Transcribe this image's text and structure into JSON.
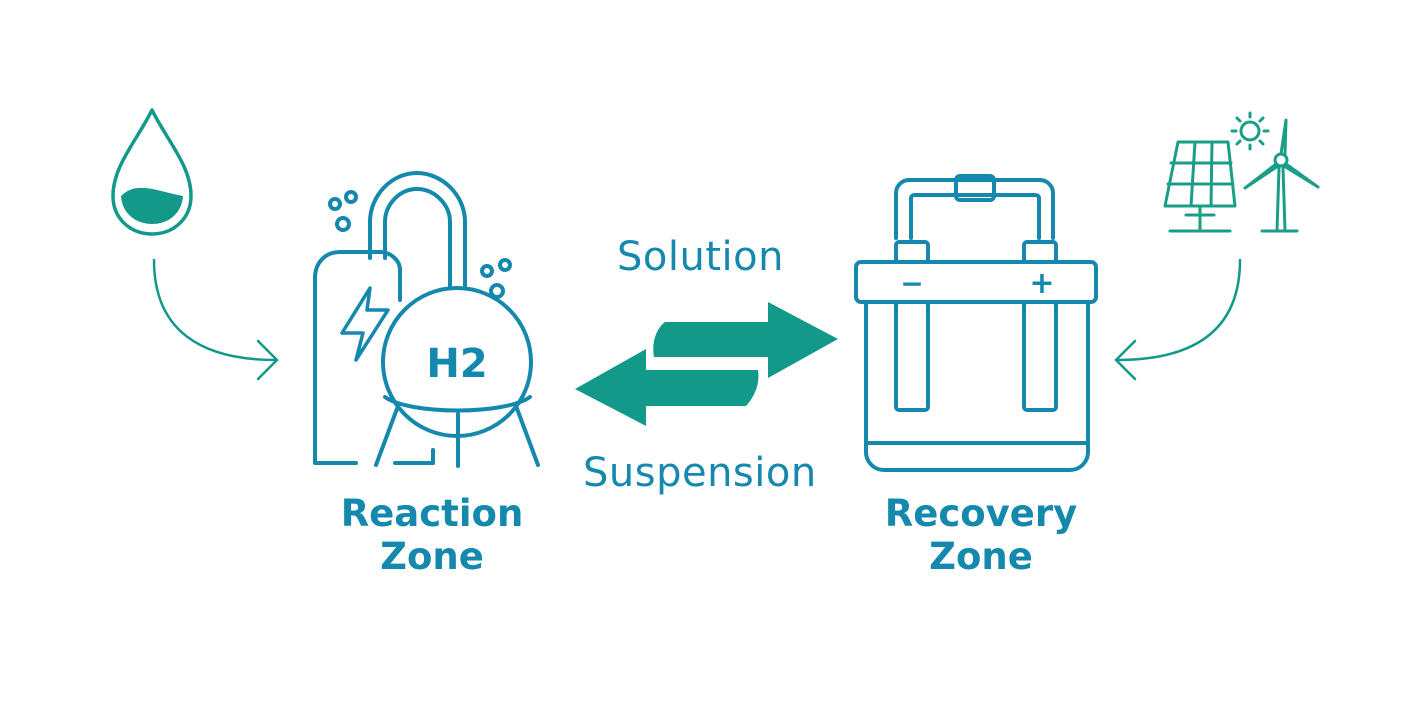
{
  "flows": {
    "top_label": "Solution",
    "bottom_label": "Suspension"
  },
  "reaction_zone": {
    "line1": "Reaction",
    "line2": "Zone",
    "tank_text": "H2"
  },
  "recovery_zone": {
    "line1": "Recovery",
    "line2": "Zone",
    "minus_sign": "−",
    "plus_sign": "+"
  },
  "icons": {
    "input_left": "water-drop-icon",
    "input_right": "renewable-energy-icon",
    "reaction": "hydrogen-tank-icon",
    "recovery": "battery-icon",
    "exchange": "exchange-arrows-icon"
  },
  "colors": {
    "blue": "#1588ad",
    "teal": "#12998a",
    "green": "#1a9e86"
  }
}
